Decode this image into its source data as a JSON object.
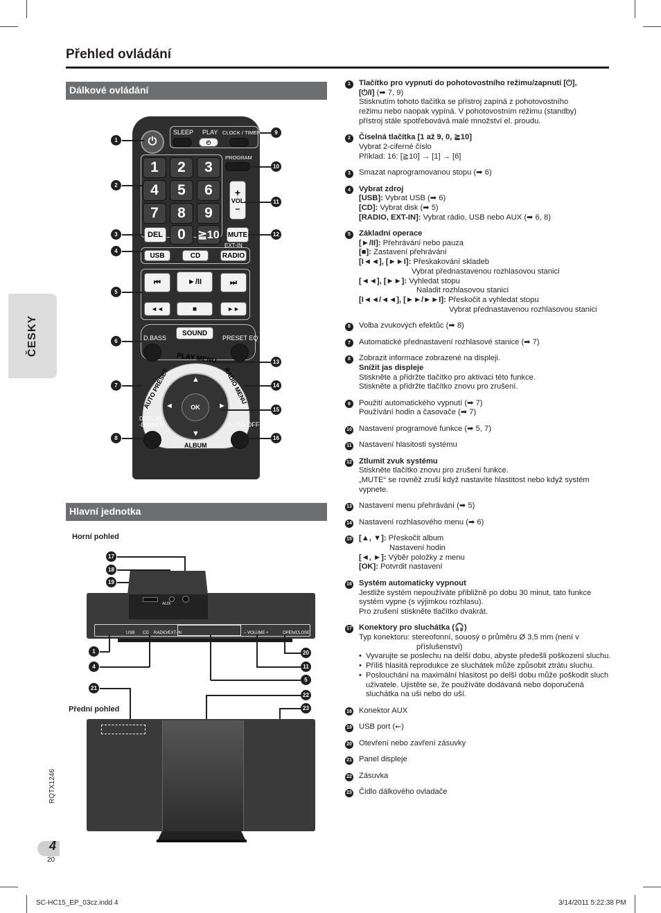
{
  "page": {
    "title": "Přehled ovládání",
    "side_tab": "ČESKY",
    "section_remote": "Dálkové ovládání",
    "section_unit": "Hlavní jednotka",
    "top_view": "Horní pohled",
    "front_view": "Přední pohled",
    "doc_code": "RQTX1246",
    "page_number": "4",
    "page_number_small": "20",
    "footer_left": "SC-HC15_EP_03cz.indd   4",
    "footer_right": "3/14/2011   5:22:38 PM"
  },
  "remote": {
    "sleep": "SLEEP",
    "play": "PLAY",
    "clock_timer": "CLOCK / TIMER",
    "program": "PROGRAM",
    "vol": "VOL",
    "plus": "+",
    "minus": "–",
    "del": "DEL",
    "mute": "MUTE",
    "ten": "≧10",
    "ext_in": "EXT-IN",
    "usb": "USB",
    "cd": "CD",
    "radio": "RADIO",
    "skip_prev": "⏮",
    "play_pause": "►/II",
    "skip_next": "⏭",
    "rew": "◄◄",
    "stop": "■",
    "ff": "►►",
    "dbass": "D.BASS",
    "sound": "SOUND",
    "preset_eq": "PRESET EQ",
    "play_menu": "PLAY MENU",
    "auto_preset": "AUTO PRESET",
    "radio_menu": "RADIO MENU",
    "ok": "OK",
    "display_dimmer": "DISPLAY\n-DIMMER",
    "auto_off": "AUTO OFF",
    "album": "ALBUM",
    "digits": [
      "1",
      "2",
      "3",
      "4",
      "5",
      "6",
      "7",
      "8",
      "9",
      "0"
    ]
  },
  "unit_labels": {
    "usb": "USB",
    "cd": "CD",
    "radio": "RADIO/EXT-IN",
    "volume": "– VOLUME +",
    "aux": "AUX",
    "open": "OPEN/CLOSE"
  },
  "callouts": [
    "1",
    "2",
    "3",
    "4",
    "5",
    "6",
    "7",
    "8",
    "9",
    "10",
    "11",
    "12",
    "13",
    "14",
    "15",
    "16",
    "17",
    "18",
    "19",
    "20",
    "21",
    "22",
    "23"
  ],
  "items": [
    {
      "n": "1",
      "lines": [
        {
          "b": "Tlačítko pro vypnutí do pohotovostního režimu/zapnutí [⏻],"
        },
        {
          "b": "[⏻/I]",
          "t": " (➡ 7, 9)"
        },
        {
          "t": "Stisknutím tohoto tlačítka se přístroj zapíná z pohotovostního"
        },
        {
          "t": "režimu nebo naopak vypíná. V pohotovostním režimu (standby)"
        },
        {
          "t": "přístroj stále spotřebovává malé množství el. proudu."
        }
      ]
    },
    {
      "n": "2",
      "lines": [
        {
          "b": "Číselná tlačítka [1 až 9, 0, ≧10]"
        },
        {
          "t": "Vybrat 2-ciferné číslo"
        },
        {
          "t": "Příklad: 16: [≧10] → [1] → [6]"
        }
      ]
    },
    {
      "n": "3",
      "lines": [
        {
          "t": "Smazat naprogramovanou stopu (➡ 6)"
        }
      ]
    },
    {
      "n": "4",
      "lines": [
        {
          "b": "Vybrat zdroj"
        },
        {
          "b": "[USB]:",
          "t": " Vybrat USB (➡ 6)"
        },
        {
          "b": "[CD]:",
          "t": " Vybrat disk (➡ 5)"
        },
        {
          "b": "[RADIO, EXT-IN]:",
          "t": " Vybrat rádio, USB nebo AUX (➡ 6, 8)"
        }
      ]
    },
    {
      "n": "5",
      "lines": [
        {
          "b": "Základní operace"
        },
        {
          "b": "[►/II]:",
          "t": " Přehrávání nebo pauza"
        },
        {
          "b": "[■]:",
          "t": " Zastavení přehrávání"
        },
        {
          "b": "[I◄◄], [►►I]:",
          "t": " Přeskakování skladeb"
        },
        {
          "t": "Vybrat přednastavenou rozhlasovou stanici",
          "cls": "ind"
        },
        {
          "b": "[◄◄], [►►]:",
          "t": " Vyhledat stopu"
        },
        {
          "t": "Naladit rozhlasovou stanici",
          "cls": "ind4"
        },
        {
          "b": "[I◄◄/◄◄], [►►/►►I]:",
          "t": " Přeskočit a vyhledat stopu"
        },
        {
          "t": "Vybrat přednastavenou rozhlasovou stanici",
          "cls": "ind3"
        }
      ]
    },
    {
      "n": "6",
      "lines": [
        {
          "t": "Volba zvukových efektůc (➡ 8)"
        }
      ]
    },
    {
      "n": "7",
      "lines": [
        {
          "t": "Automatické přednastavení rozhlasové stanice (➡ 7)"
        }
      ]
    },
    {
      "n": "8",
      "lines": [
        {
          "t": "Zobrazit informace zobrazené na displeji."
        },
        {
          "b": "Snížit jas displeje"
        },
        {
          "t": "Stiskněte a přidržte tlačítko pro aktivaci této funkce."
        },
        {
          "t": "Stiskněte a přidržte tlačítko znovu pro zrušení."
        }
      ]
    },
    {
      "n": "9",
      "lines": [
        {
          "t": "Použití automatického vypnutí (➡ 7)"
        },
        {
          "t": "Používání hodin a časovače (➡ 7)"
        }
      ]
    },
    {
      "n": "10",
      "lines": [
        {
          "t": "Nastavení programové funkce (➡ 5, 7)"
        }
      ]
    },
    {
      "n": "11",
      "lines": [
        {
          "t": "Nastavení hlasitosti systému"
        }
      ]
    },
    {
      "n": "12",
      "lines": [
        {
          "b": "Ztlumit zvuk systému"
        },
        {
          "t": "Stiskněte tlačítko znovu pro zrušení funkce."
        },
        {
          "t": "„MUTE“ se rovněž zruší když nastavíte hlastitost nebo když systém"
        },
        {
          "t": "vypnete."
        }
      ]
    },
    {
      "n": "13",
      "lines": [
        {
          "t": "Nastavení menu přehrávání (➡ 5)"
        }
      ]
    },
    {
      "n": "14",
      "lines": [
        {
          "t": "Nastavení rozhlasového menu (➡ 6)"
        }
      ]
    },
    {
      "n": "15",
      "lines": [
        {
          "b": "[▲, ▼]:",
          "t": " Přeskočit album"
        },
        {
          "t": "Nastavení hodin",
          "cls": "ind2"
        },
        {
          "b": "[◄, ►]:",
          "t": " Výběr položky z menu"
        },
        {
          "b": "[OK]:",
          "t": " Potvrdit nastavení"
        }
      ]
    },
    {
      "n": "16",
      "lines": [
        {
          "b": "Systém automaticky vypnout"
        },
        {
          "t": "Jestliže systém nepoužíváte přibližně po dobu 30 minut, tato funkce"
        },
        {
          "t": "systém vypne (s výjimkou rozhlasu)."
        },
        {
          "t": "Pro zrušení stiskněte tlačítko dvakrát."
        }
      ]
    },
    {
      "n": "17",
      "lines": [
        {
          "b": "Konektory pro sluchátka (🎧)"
        },
        {
          "t": "Typ konektoru: stereofonní, souosý o průměru Ø 3,5 mm (není v"
        },
        {
          "t": "příslušenství)",
          "cls": "ind4"
        },
        {
          "t": "Vyvarujte se poslechu na delší dobu, abyste předešli poškození sluchu.",
          "cls": "blt"
        },
        {
          "t": "Příliš hlasitá reprodukce ze sluchátek může způsobit ztrátu sluchu.",
          "cls": "blt"
        },
        {
          "t": "Poslouchání na maximální hlasitost po delší dobu může poškodit sluch uživatele. Ujistěte se, že používáte dodávaná nebo doporučená sluchátka na uši nebo do uší.",
          "cls": "blt"
        }
      ]
    },
    {
      "n": "18",
      "lines": [
        {
          "t": "Konektor AUX"
        }
      ]
    },
    {
      "n": "19",
      "lines": [
        {
          "t": "USB port (⭠)"
        }
      ]
    },
    {
      "n": "20",
      "lines": [
        {
          "t": "Otevření nebo zavření zásuvky"
        }
      ]
    },
    {
      "n": "21",
      "lines": [
        {
          "t": "Panel displeje"
        }
      ]
    },
    {
      "n": "22",
      "lines": [
        {
          "t": "Zásuvka"
        }
      ]
    },
    {
      "n": "23",
      "lines": [
        {
          "t": "Čidlo dálkového ovladače"
        }
      ]
    }
  ]
}
